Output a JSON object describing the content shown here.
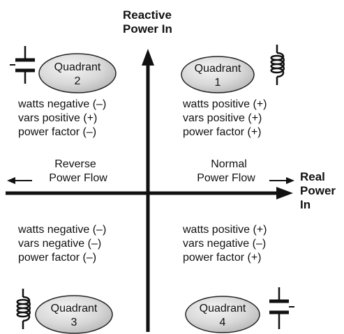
{
  "axes": {
    "y_label": [
      "Reactive",
      "Power In"
    ],
    "x_label": [
      "Real",
      "Power",
      "In"
    ]
  },
  "flows": {
    "reverse": [
      "Reverse",
      "Power Flow"
    ],
    "normal": [
      "Normal",
      "Power Flow"
    ]
  },
  "quadrants": [
    {
      "word": "Quadrant",
      "number": "1",
      "lines": [
        "watts positive (+)",
        "vars positive (+)",
        "power factor (+)"
      ],
      "component": "inductor-icon"
    },
    {
      "word": "Quadrant",
      "number": "2",
      "lines": [
        "watts negative (–)",
        "vars positive (+)",
        "power factor (–)"
      ],
      "component": "capacitor-icon"
    },
    {
      "word": "Quadrant",
      "number": "3",
      "lines": [
        "watts negative (–)",
        "vars negative (–)",
        "power factor (–)"
      ],
      "component": "inductor-icon"
    },
    {
      "word": "Quadrant",
      "number": "4",
      "lines": [
        "watts positive (+)",
        "vars negative (–)",
        "power factor (+)"
      ],
      "component": "capacitor-icon"
    }
  ]
}
